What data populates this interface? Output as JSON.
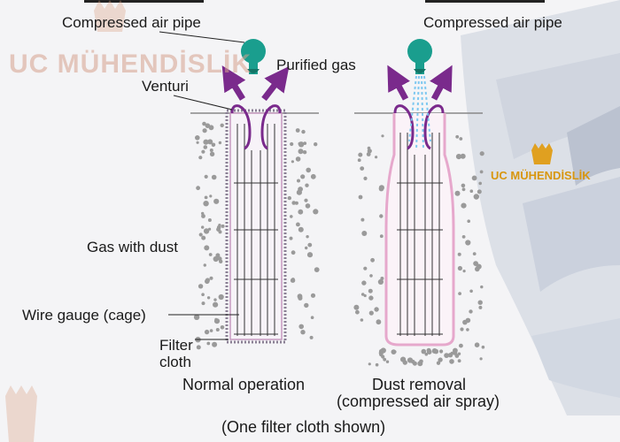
{
  "labels": {
    "compressed_air_pipe_left": "Compressed air pipe",
    "compressed_air_pipe_right": "Compressed air pipe",
    "purified_gas": "Purified gas",
    "venturi": "Venturi",
    "gas_with_dust": "Gas with dust",
    "wire_gauge": "Wire gauge (cage)",
    "filter_cloth_line1": "Filter",
    "filter_cloth_line2": "cloth"
  },
  "captions": {
    "normal_operation": "Normal operation",
    "dust_removal_line1": "Dust removal",
    "dust_removal_line2": "(compressed air spray)",
    "footnote": "(One filter cloth shown)"
  },
  "watermarks": {
    "main": "UC MÜHENDİSLİK",
    "small": "UC MÜHENDİSLİK"
  },
  "colors": {
    "pipe_teal": "#1a9e8e",
    "arrow_purple": "#7a2a8c",
    "filter_pink": "#e6a8cc",
    "air_blue": "#7ec8f0",
    "dust_gray": "#9a9a9a",
    "brush_blue": "#aeb9cf"
  }
}
